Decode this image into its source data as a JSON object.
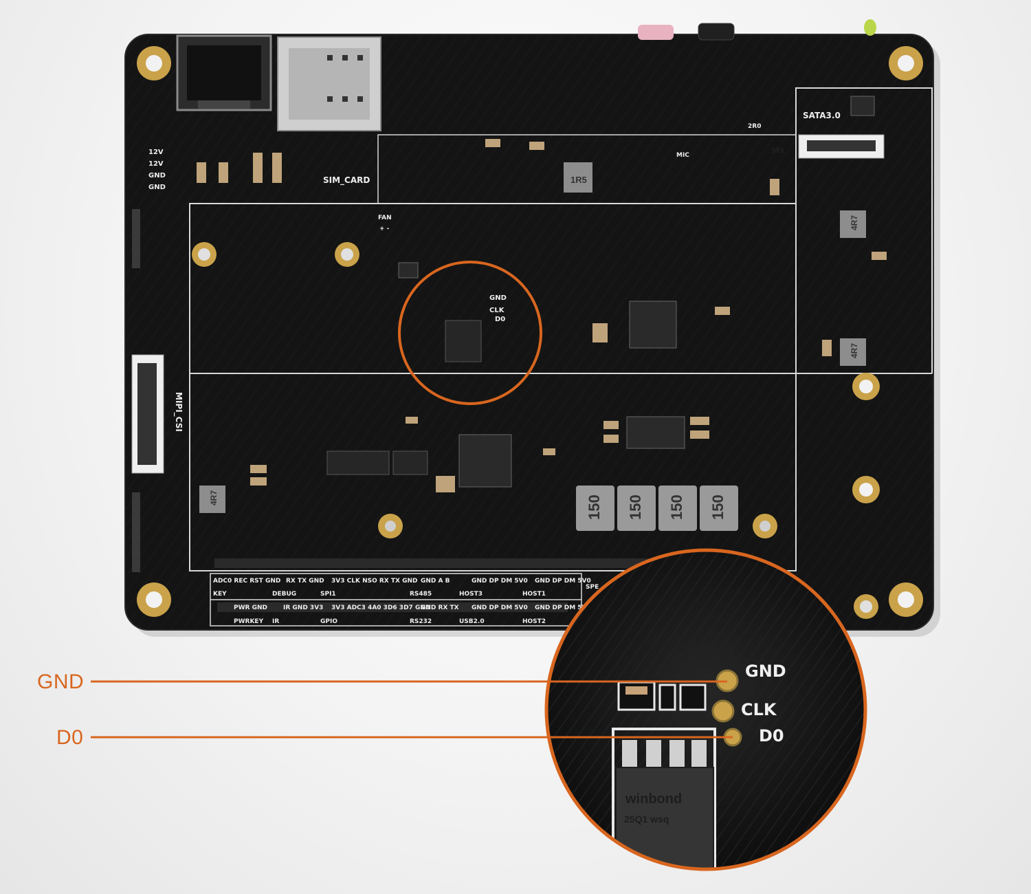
{
  "board": {
    "silkscreen": {
      "power_pins": [
        "12V",
        "12V",
        "GND",
        "GND"
      ],
      "sim_card": "SIM_CARD",
      "sata": "SATA3.0",
      "mic": "MIC",
      "fan": "FAN",
      "fan_pins": "+ -",
      "mipi": "MIPI_CSI",
      "inductor_1r5": "1R5",
      "inductor_4r7": "4R7",
      "inductor_150": "150",
      "inductor_3r3": "3R3",
      "smd_2r0": "2R0",
      "flash_chip": "winbond",
      "flash_code": "25Q1 wsq",
      "pin_gnd": "GND",
      "pin_clk": "CLK",
      "pin_d0": "D0"
    },
    "header_top": [
      {
        "group": "KEY",
        "pins": "ADC0 REC RST GND"
      },
      {
        "group": "DEBUG",
        "pins": "RX TX GND"
      },
      {
        "group": "SPI1",
        "pins": "3V3 CLK NSO RX TX GND"
      },
      {
        "group": "RS485",
        "pins": "GND A B"
      },
      {
        "group": "HOST3",
        "pins": "GND DP DM 5V0"
      },
      {
        "group": "HOST1",
        "pins": "GND DP DM 5V0"
      },
      {
        "group": "SPE",
        "pins": ""
      }
    ],
    "header_bottom": [
      {
        "group": "PWRKEY",
        "pins": "PWR GND"
      },
      {
        "group": "IR",
        "pins": "IR GND 3V3"
      },
      {
        "group": "GPIO",
        "pins": "3V3 ADC3 4A0 3D6 3D7 GND"
      },
      {
        "group": "RS232",
        "pins": "GND RX TX"
      },
      {
        "group": "USB2.0",
        "pins": "GND DP DM 5V0"
      },
      {
        "group": "HOST2",
        "pins": "GND DP DM 5V0"
      }
    ]
  },
  "callouts": {
    "gnd": "GND",
    "d0": "D0"
  },
  "colors": {
    "accent": "#d8661f",
    "pcb": "#141414",
    "silkscreen": "#eeeeee",
    "gold": "#c9a24a"
  }
}
